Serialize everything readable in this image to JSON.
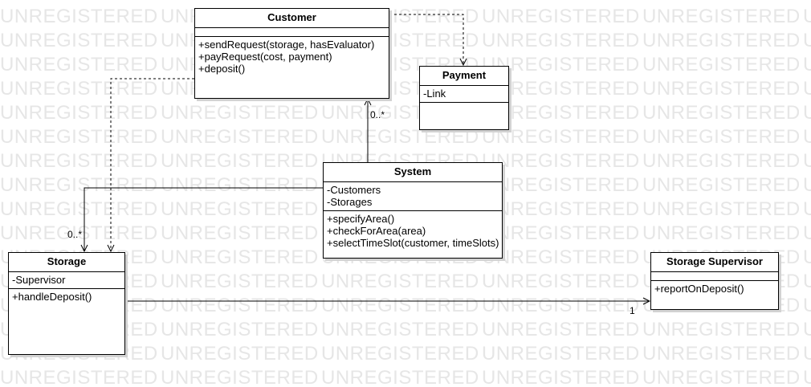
{
  "watermark": {
    "text": "UNREGISTERED"
  },
  "classes": {
    "customer": {
      "name": "Customer",
      "attributes": [],
      "operations": [
        "+sendRequest(storage, hasEvaluator)",
        "+payRequest(cost, payment)",
        "+deposit()"
      ]
    },
    "payment": {
      "name": "Payment",
      "attributes": [
        "-Link"
      ],
      "operations": []
    },
    "system": {
      "name": "System",
      "attributes": [
        "-Customers",
        "-Storages"
      ],
      "operations": [
        "+specifyArea()",
        "+checkForArea(area)",
        "+selectTimeSlot(customer, timeSlots)"
      ]
    },
    "storage": {
      "name": "Storage",
      "attributes": [
        "-Supervisor"
      ],
      "operations": [
        "+handleDeposit()"
      ]
    },
    "storage_supervisor": {
      "name": "Storage Supervisor",
      "attributes": [],
      "operations": [
        "+reportOnDeposit()"
      ]
    }
  },
  "multiplicities": {
    "system_customer": "0..*",
    "system_storage": "0..*",
    "storage_supervisor": "1"
  },
  "colors": {
    "line": "#000000",
    "watermark": "#e6e6e6",
    "shadow": "#d2d2d2"
  }
}
